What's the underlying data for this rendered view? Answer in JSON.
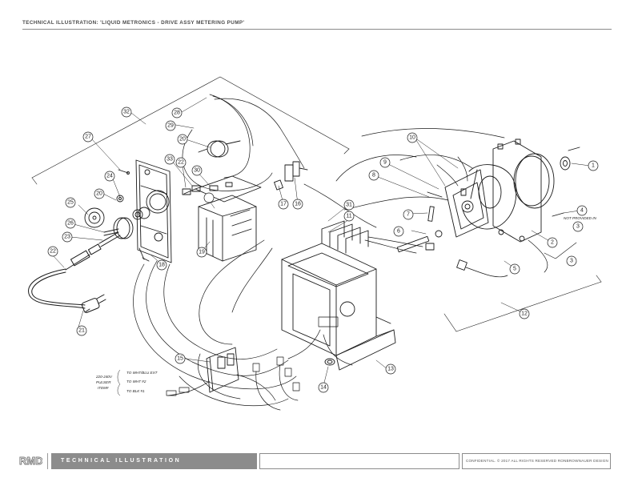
{
  "header": {
    "title": "TECHNICAL ILLUSTRATION: 'LIQUID METRONICS - DRIVE ASSY METERING PUMP'"
  },
  "diagram": {
    "callouts": [
      "1",
      "2",
      "3",
      "3",
      "4",
      "5",
      "6",
      "7",
      "8",
      "9",
      "10",
      "11",
      "12",
      "13",
      "14",
      "15",
      "16",
      "17",
      "18",
      "19",
      "20",
      "20",
      "21",
      "22",
      "22",
      "23",
      "24",
      "25",
      "26",
      "27",
      "28",
      "29",
      "30",
      "31",
      "32",
      "33"
    ],
    "notes": {
      "not_provided": "NOT PROVIDED IN",
      "voltage": "220-240V",
      "pulser": "PULSER",
      "item": "ITEM#",
      "wire1": "TO WHT/BLU EXT",
      "wire2": "TO WHT #2",
      "wire3": "TO BLK #1"
    }
  },
  "footer": {
    "logo_text": "RMD",
    "bar_label": "TECHNICAL ILLUSTRATION",
    "middle_box": "",
    "confidential": "CONFIDENTIAL. © 2017 ALL RIGHTS RESERVED RONBROWNAUER DESIGN"
  }
}
